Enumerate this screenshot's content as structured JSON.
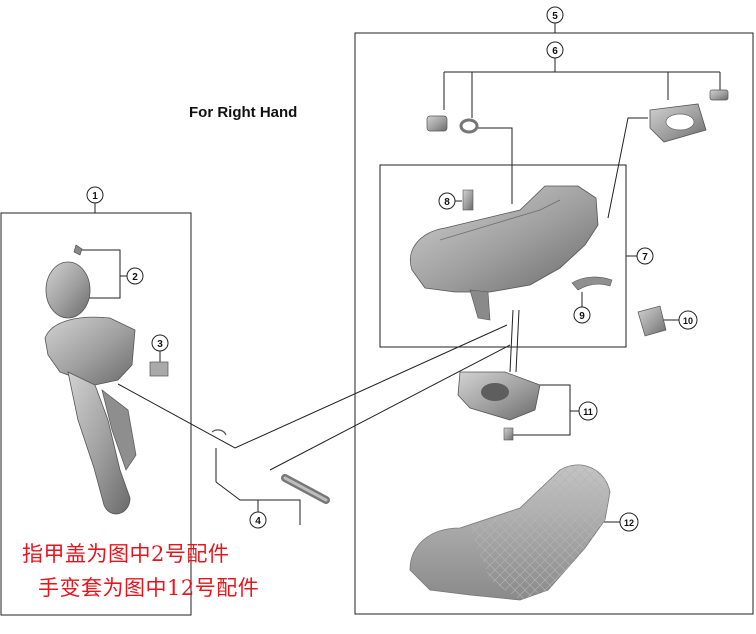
{
  "diagram": {
    "title": "For Right Hand",
    "callouts": [
      "1",
      "2",
      "3",
      "4",
      "5",
      "6",
      "7",
      "8",
      "9",
      "10",
      "11",
      "12"
    ],
    "notes": [
      "指甲盖为图中2号配件",
      "手变套为图中12号配件"
    ]
  },
  "colors": {
    "note_text": "#e8141c",
    "part_gray": "#9a9a9a",
    "line": "#222222"
  }
}
